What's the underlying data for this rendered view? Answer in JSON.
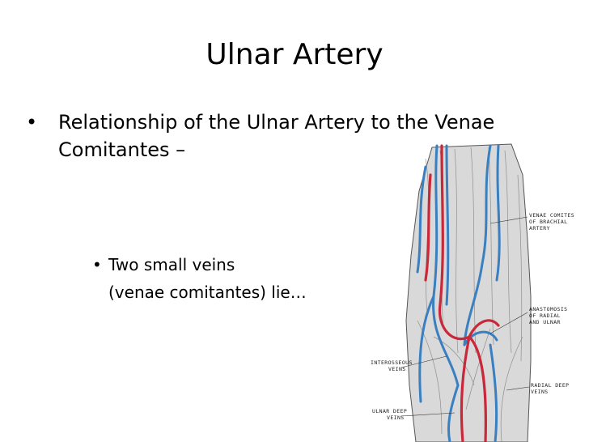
{
  "slide": {
    "title": "Ulnar Artery",
    "bullet_level1": {
      "marker": "•",
      "text": "Relationship of the Ulnar Artery to the Venae Comitantes –"
    },
    "bullet_level2": {
      "marker": "•",
      "line1": "Two small veins",
      "line2": "(venae comitantes) lie…"
    }
  },
  "figure": {
    "labels": {
      "venae_brachial_1": "VENAE COMITES",
      "venae_brachial_2": "OF BRACHIAL",
      "venae_brachial_3": "ARTERY",
      "anastomosis_1": "ANASTOMOSIS",
      "anastomosis_2": "OF RADIAL",
      "anastomosis_3": "AND ULNAR",
      "interosseous_1": "INTEROSSEOUS",
      "interosseous_2": "VEINS",
      "radial_deep_1": "RADIAL DEEP",
      "radial_deep_2": "VEINS",
      "ulnar_deep_1": "ULNAR DEEP",
      "ulnar_deep_2": "VEINS"
    },
    "colors": {
      "artery": "#c8283a",
      "vein": "#3a7fc0",
      "muscle": "#8a8a8a"
    }
  }
}
